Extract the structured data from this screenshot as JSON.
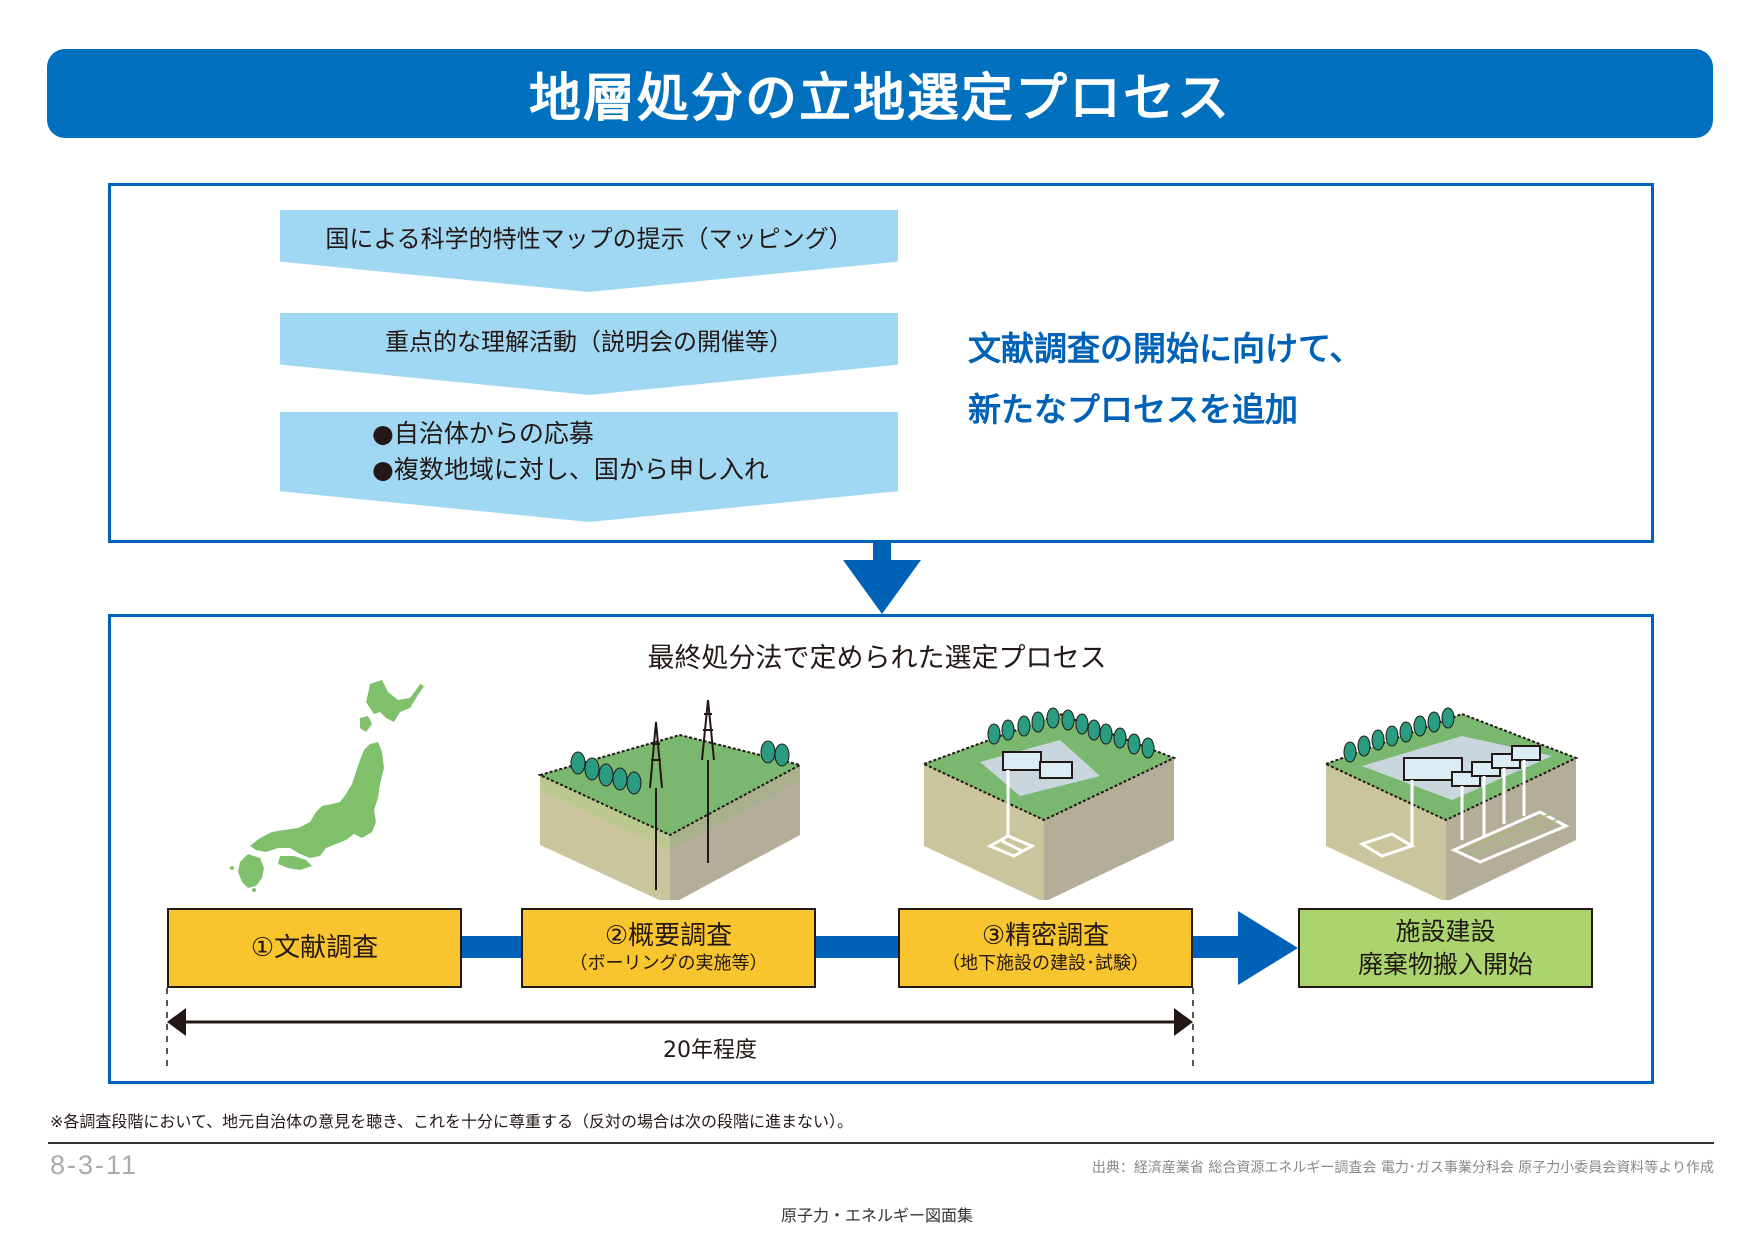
{
  "title": "地層処分の立地選定プロセス",
  "new_process": {
    "steps": [
      {
        "lines": [
          "国による科学的特性マップの提示（マッピング）"
        ]
      },
      {
        "lines": [
          "重点的な理解活動（説明会の開催等）"
        ]
      },
      {
        "lines": [
          "●自治体からの応募",
          "●複数地域に対し、国から申し入れ"
        ]
      }
    ],
    "highlight_lines": [
      "文献調査の開始に向けて、",
      "新たなプロセスを追加"
    ]
  },
  "legal_process": {
    "heading": "最終処分法で定められた選定プロセス",
    "steps": [
      {
        "main": "①文献調査",
        "sub": ""
      },
      {
        "main": "②概要調査",
        "sub": "（ボーリングの実施等）"
      },
      {
        "main": "③精密調査",
        "sub": "（地下施設の建設･試験）"
      },
      {
        "main": "施設建設",
        "sub2": "廃棄物搬入開始"
      }
    ],
    "duration_label": "20年程度"
  },
  "footnote": "※各調査段階において、地元自治体の意見を聴き、これを十分に尊重する（反対の場合は次の段階に進まない）。",
  "footer": {
    "page_number": "8-3-11",
    "source": "出典：経済産業省 総合資源エネルギー調査会 電力･ガス事業分科会 原子力小委員会資料等より作成",
    "book_title": "原子力・エネルギー図面集"
  },
  "colors": {
    "brand_blue": "#0070bf",
    "panel_border": "#0062b6",
    "chevron": "#a0d8f4",
    "step_yellow": "#f9c52e",
    "step_green": "#a9d46e",
    "map_green": "#7fc16a"
  }
}
